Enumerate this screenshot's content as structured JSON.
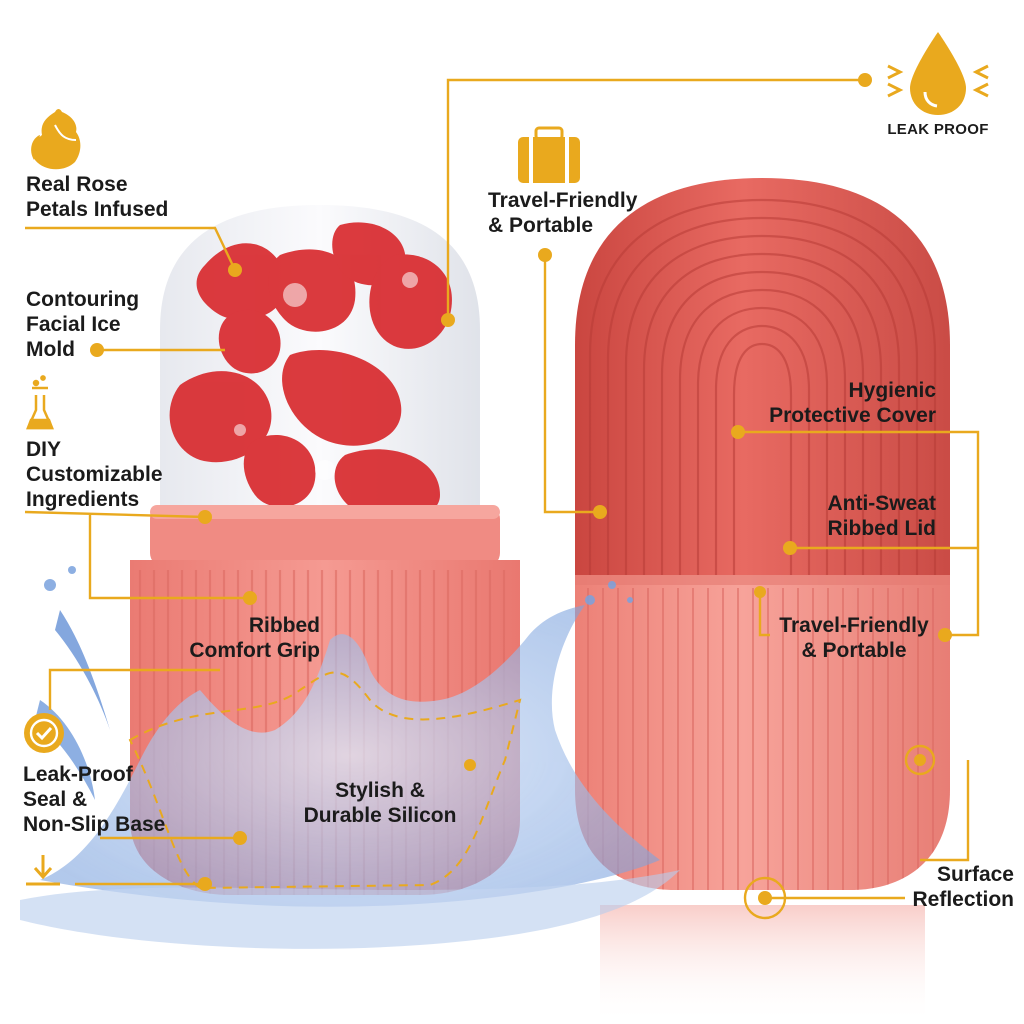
{
  "colors": {
    "accent": "#E9A91E",
    "text": "#1B1B1B",
    "coral": "#E2645E",
    "salmon": "#F08A82",
    "water": "#8FB3E6"
  },
  "icons": {
    "rose": "rose-icon",
    "flask": "flask-icon",
    "suitcase": "suitcase-icon",
    "droplet": "droplet-icon",
    "seal": "checkmark-seal-icon",
    "base": "base-arrow-icon"
  },
  "labels": {
    "leak_proof_badge": "LEAK PROOF",
    "rose_petals": [
      "Real Rose",
      "Petals Infused"
    ],
    "contouring": [
      "Contouring",
      "Facial Ice",
      "Mold"
    ],
    "diy": [
      "DIY",
      "Customizable",
      "Ingredients"
    ],
    "ribbed_grip": [
      "Ribbed",
      "Comfort Grip"
    ],
    "leak_seal": [
      "Leak-Proof",
      "Seal &",
      "Non-Slip Base"
    ],
    "stylish": [
      "Stylish &",
      "Durable Silicon"
    ],
    "travel_top": [
      "Travel-Friendly",
      "& Portable"
    ],
    "hygienic": [
      "Hygienic",
      "Protective Cover"
    ],
    "anti_sweat": [
      "Anti-Sweat",
      "Ribbed Lid"
    ],
    "travel_bottom": [
      "Travel-Friendly",
      "& Portable"
    ],
    "surface": [
      "Surface",
      "Reflection"
    ]
  }
}
